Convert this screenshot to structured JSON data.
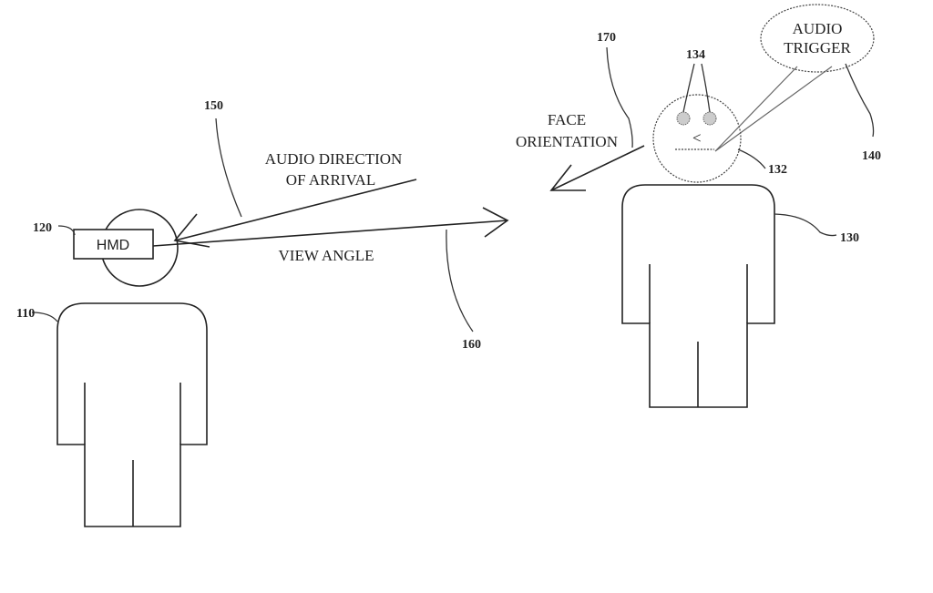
{
  "labels": {
    "hmd": "HMD",
    "audio_direction_line1": "AUDIO DIRECTION",
    "audio_direction_line2": "OF ARRIVAL",
    "view_angle": "VIEW ANGLE",
    "face_orientation_line1": "FACE",
    "face_orientation_line2": "ORIENTATION",
    "audio_trigger_line1": "AUDIO",
    "audio_trigger_line2": "TRIGGER",
    "eye_symbol": "<"
  },
  "refs": {
    "r110": "110",
    "r120": "120",
    "r130": "130",
    "r132": "132",
    "r134": "134",
    "r140": "140",
    "r150": "150",
    "r160": "160",
    "r170": "170"
  }
}
